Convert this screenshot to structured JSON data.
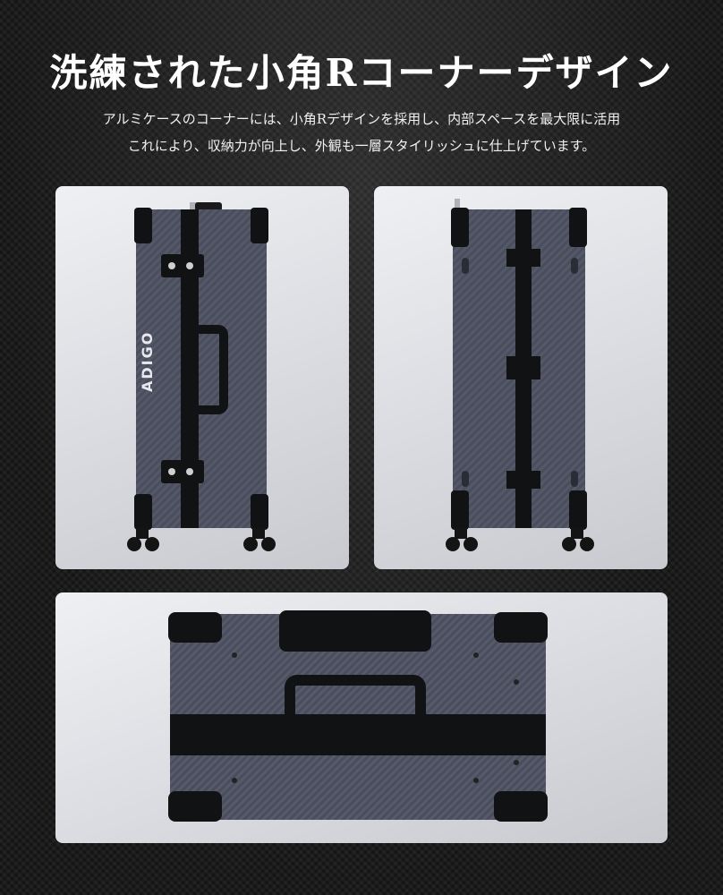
{
  "headline": "洗練された小角Rコーナーデザイン",
  "description": {
    "line1": "アルミケースのコーナーには、小角Rデザインを採用し、内部スペースを最大限に活用",
    "line2": "これにより、収納力が向上し、外観も一層スタイリッシュに仕上げています。"
  },
  "product": {
    "brand_logo": "ADIGO",
    "shell_color": "#4a4d5c",
    "frame_color": "#111214",
    "panels": [
      "side-view-with-handle",
      "back-side-view",
      "top-view"
    ]
  }
}
